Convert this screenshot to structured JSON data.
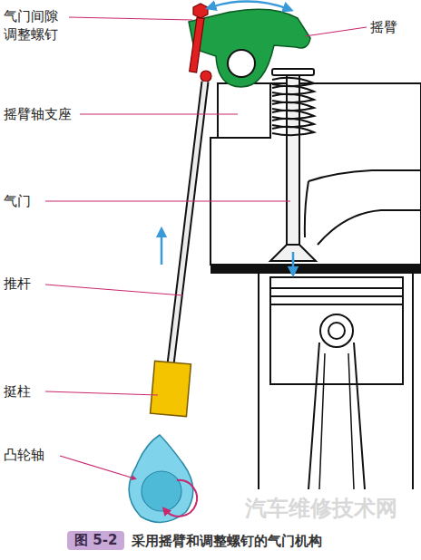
{
  "diagram": {
    "caption": "采用摇臂和调整螺钉的气门机构",
    "labels": [
      "气门间隙 调整螺钉",
      "摇臂",
      "摇臂轴支座",
      "气门",
      "推杆",
      "挺柱",
      "凸轮轴",
      "图 5-2",
      "汽车维修技术网"
    ]
  }
}
